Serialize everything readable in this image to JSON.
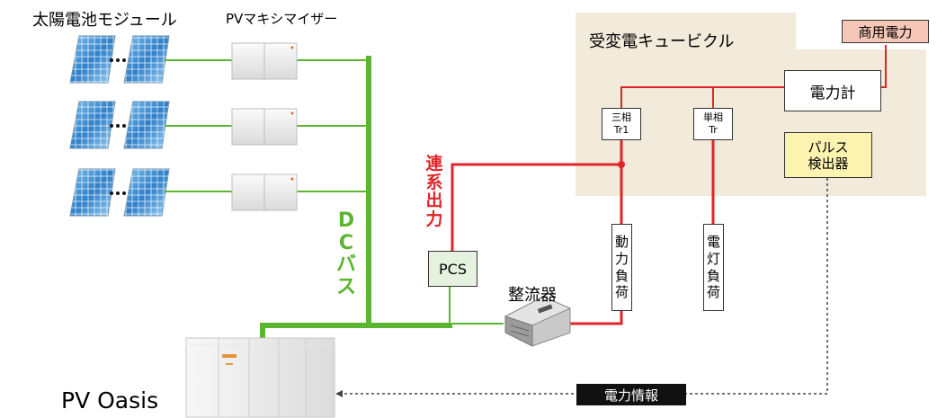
{
  "labels": {
    "solar_module": "太陽電池モジュール",
    "pv_maximizer": "PVマキシマイザー",
    "dc_bus": [
      "D",
      "C",
      "バ",
      "ス"
    ],
    "grid_output": [
      "連",
      "系",
      "出",
      "力"
    ],
    "pcs": "PCS",
    "rectifier": "整流器",
    "pv_oasis": "PV Oasis",
    "power_info": "電力情報"
  },
  "cubicle": {
    "title": "受変電キュービクル",
    "commercial_power": "商用電力",
    "power_meter": "電力計",
    "pulse_detector": [
      "パルス",
      "検出器"
    ],
    "tr_three_phase": [
      "三相",
      "Tr1"
    ],
    "tr_single_phase": [
      "単相",
      "Tr"
    ],
    "power_load": [
      "動",
      "力",
      "負",
      "荷"
    ],
    "lighting_load": [
      "電",
      "灯",
      "負",
      "荷"
    ]
  },
  "colors": {
    "dc_line": "#5cb531",
    "ac_line": "#e0252a",
    "cubicle_bg": "#f2eadb",
    "commercial_bg": "#f5c6b6",
    "pulse_bg": "#fdf3b0",
    "pcs_bg": "#e6f2e0",
    "info_bg": "#111111",
    "accent_text_red": "#e0252a",
    "accent_text_green": "#5cb531"
  },
  "icons": {
    "solar_panel": "solar-panel-icon",
    "maximizer": "maximizer-unit-icon",
    "rectifier": "rectifier-device-icon",
    "pv_oasis": "pv-oasis-cabinet-icon",
    "ellipsis": "ellipsis-icon"
  }
}
